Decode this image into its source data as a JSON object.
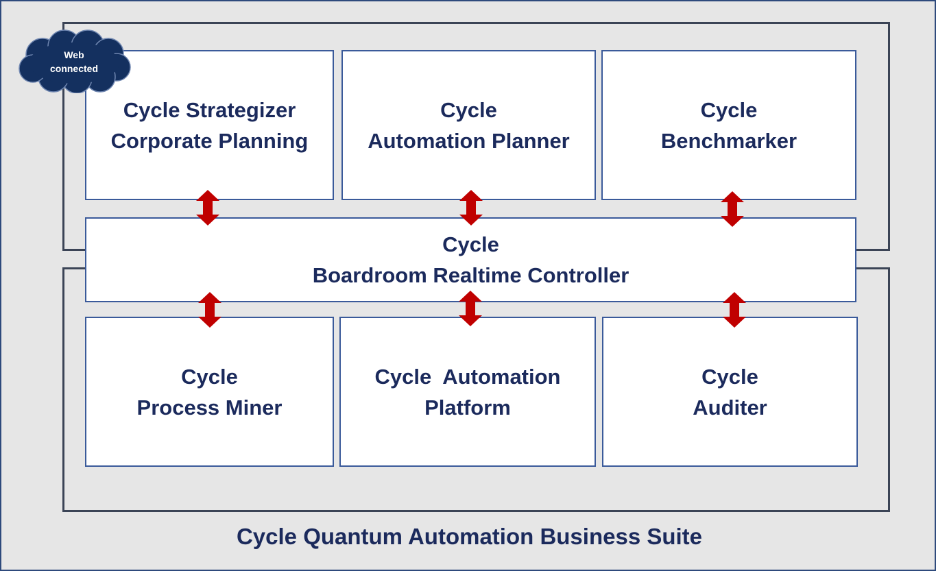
{
  "cloud": {
    "line1": "Web",
    "line2": "connected"
  },
  "top_row": [
    {
      "line1": "Cycle Strategizer",
      "line2": "Corporate Planning"
    },
    {
      "line1": "Cycle",
      "line2": "Automation Planner"
    },
    {
      "line1": "Cycle",
      "line2": "Benchmarker"
    }
  ],
  "controller": {
    "line1": "Cycle",
    "line2": "Boardroom Realtime Controller"
  },
  "bottom_row": [
    {
      "line1": "Cycle",
      "line2": "Process Miner"
    },
    {
      "line1": "Cycle  Automation",
      "line2": "Platform"
    },
    {
      "line1": "Cycle",
      "line2": "Auditer"
    }
  ],
  "suite_title": "Cycle Quantum Automation Business Suite",
  "colors": {
    "text": "#1b2a5c",
    "arrow": "#c00000",
    "cloud": "#14305f",
    "background": "#e6e6e6"
  }
}
